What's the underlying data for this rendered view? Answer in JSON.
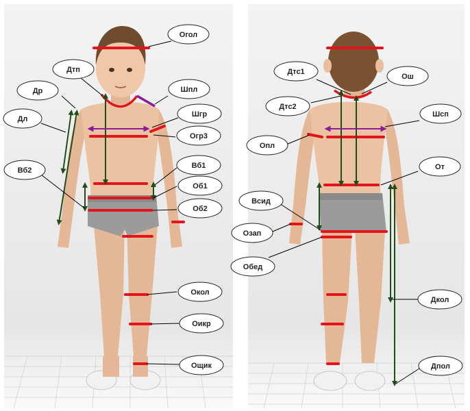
{
  "colors": {
    "measure_red": "#e2141c",
    "arrow_green": "#1f4d1a",
    "arrow_purple": "#8a1b9b",
    "skin": "#e9c1a0",
    "hair": "#6e4a2e",
    "underwear": "#9a9a9a",
    "sock": "#f2f2f2"
  },
  "front_figure_labels": {
    "ogol": "Огол",
    "dtp": "Дтп",
    "dr": "Др",
    "shpl": "Шпл",
    "dl": "Дл",
    "shgr": "Шгр",
    "ogr3": "Огр3",
    "vb1": "Вб1",
    "vb2": "Вб2",
    "ob1": "Об1",
    "ob2": "Об2",
    "okol": "Окол",
    "oikr": "Оикр",
    "oshchik": "Ощик"
  },
  "back_figure_labels": {
    "dts1": "Дтс1",
    "osh": "Ош",
    "dts2": "Дтс2",
    "shsp": "Шсп",
    "opl": "Опл",
    "ot": "От",
    "vsid": "Всид",
    "ozap": "Озап",
    "obed": "Обед",
    "dkol": "Дкол",
    "dpol": "Дпол"
  }
}
